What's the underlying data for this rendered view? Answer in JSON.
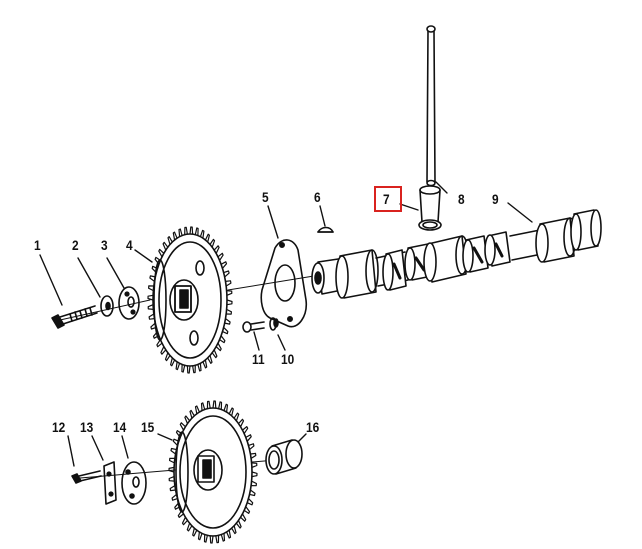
{
  "diagram": {
    "highlight_color": "#d9231f",
    "ink_color": "#111111",
    "highlighted_part": "7",
    "parts": [
      {
        "number": "1"
      },
      {
        "number": "2"
      },
      {
        "number": "3"
      },
      {
        "number": "4"
      },
      {
        "number": "5"
      },
      {
        "number": "6"
      },
      {
        "number": "7"
      },
      {
        "number": "8"
      },
      {
        "number": "9"
      },
      {
        "number": "10"
      },
      {
        "number": "11"
      },
      {
        "number": "12"
      },
      {
        "number": "13"
      },
      {
        "number": "14"
      },
      {
        "number": "15"
      },
      {
        "number": "16"
      }
    ]
  }
}
